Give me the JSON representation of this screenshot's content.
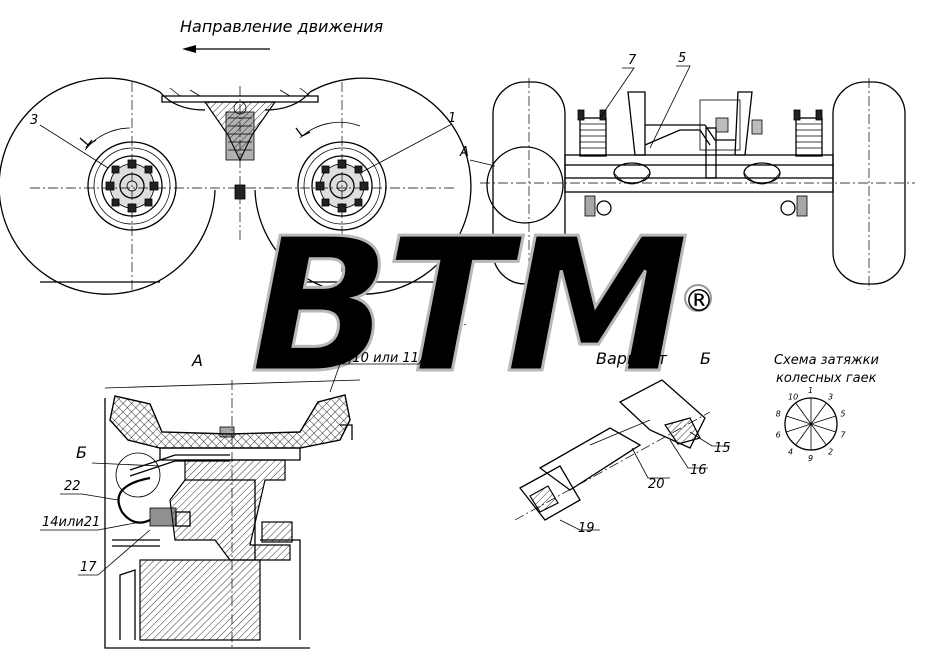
{
  "title": "Направление движения",
  "watermark": "BTM",
  "registered_mark": "®",
  "section_label_a": "А",
  "section_label_a_marker": "А",
  "view_label_b": "Б",
  "variant": {
    "word": "Вариант",
    "letter": "Б"
  },
  "nut_scheme": {
    "line1": "Схема затяжки",
    "line2": "колесных гаек",
    "numbers": [
      "1",
      "2",
      "3",
      "4",
      "5",
      "6",
      "7",
      "8",
      "9",
      "10"
    ]
  },
  "callouts": {
    "c1": "1",
    "c3": "3",
    "c5": "5",
    "c7": "7",
    "c15": "15",
    "c16": "16",
    "c17": "17",
    "c19": "19",
    "c20": "20",
    "c22": "22",
    "c14or21": "14или21",
    "c9_10_11_12": "9,10 или 11,12"
  },
  "colors": {
    "ink": "#000000",
    "watermark": "#b8b8b8",
    "background": "#ffffff"
  }
}
